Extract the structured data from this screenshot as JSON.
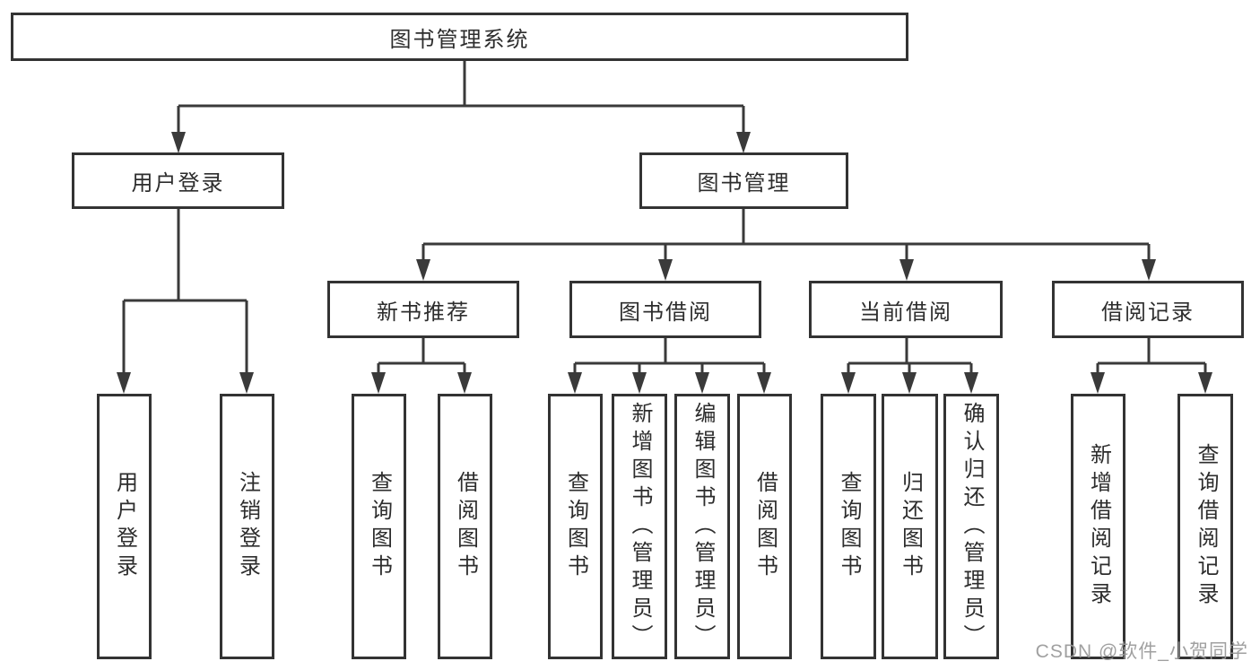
{
  "diagram": {
    "title_node": "图书管理系统",
    "user_login": {
      "label": "用户登录",
      "children": [
        "用户登录",
        "注销登录"
      ]
    },
    "book_mgmt": {
      "label": "图书管理"
    },
    "sections": [
      {
        "label": "新书推荐",
        "children": [
          "查询图书",
          "借阅图书"
        ]
      },
      {
        "label": "图书借阅",
        "children": [
          "查询图书",
          "新增图书（管理员）",
          "编辑图书（管理员）",
          "借阅图书"
        ]
      },
      {
        "label": "当前借阅",
        "children": [
          "查询图书",
          "归还图书",
          "确认归还（管理员）"
        ]
      },
      {
        "label": "借阅记录",
        "children": [
          "新增借阅记录",
          "查询借阅记录"
        ]
      }
    ]
  },
  "watermark": {
    "text": "CSDN @软件_小贺同学"
  },
  "colors": {
    "line": "#3a3a3a",
    "box_border": "#333333",
    "text": "#2d2d2d",
    "watermark": "#989898",
    "background": "#ffffff"
  }
}
